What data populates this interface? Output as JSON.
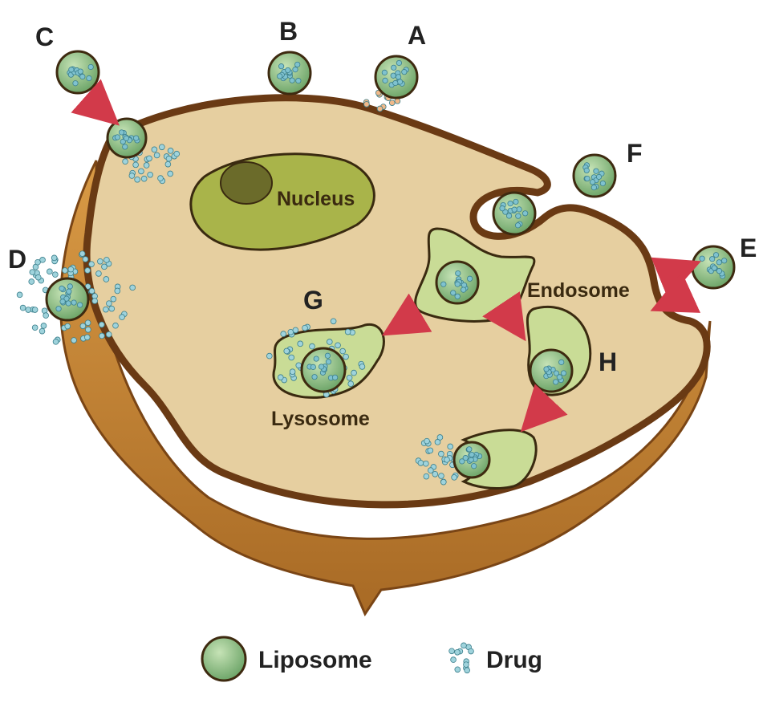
{
  "labels": {
    "nucleus": "Nucleus",
    "endosome": "Endosome",
    "lysosome": "Lysosome",
    "a": "A",
    "b": "B",
    "c": "C",
    "d": "D",
    "e": "E",
    "f": "F",
    "g": "G",
    "h": "H"
  },
  "legend": {
    "liposome": "Liposome",
    "drug": "Drug"
  },
  "colors": {
    "cytoplasm": "#e6cfa0",
    "membrane": "#6a3a14",
    "cell_base": "#c78a3a",
    "nucleus": "#a9b44a",
    "nucleolus": "#6b6b2a",
    "vesicle": "#c9dc96",
    "liposome": "#8dbf83",
    "liposome_edge": "#3e2a10",
    "drug": "#5fa8b8",
    "arrow": "#d23a4a"
  }
}
